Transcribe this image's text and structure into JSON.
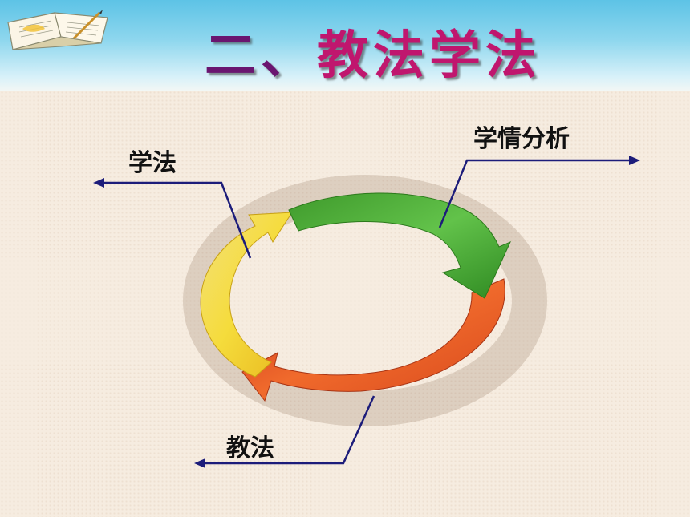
{
  "slide": {
    "title_part1": "二、",
    "title_part2": "教法学法",
    "labels": {
      "study_method": "学法",
      "learning_analysis": "学情分析",
      "teaching_method": "教法"
    }
  },
  "colors": {
    "title_dark": "#6a1570",
    "title_accent": "#c0166e",
    "arrow_green": "#4cae3a",
    "arrow_red": "#e2481e",
    "arrow_yellow": "#f2d63a",
    "leader_line": "#1c1c7a"
  },
  "icons": [
    "open-book-icon"
  ]
}
